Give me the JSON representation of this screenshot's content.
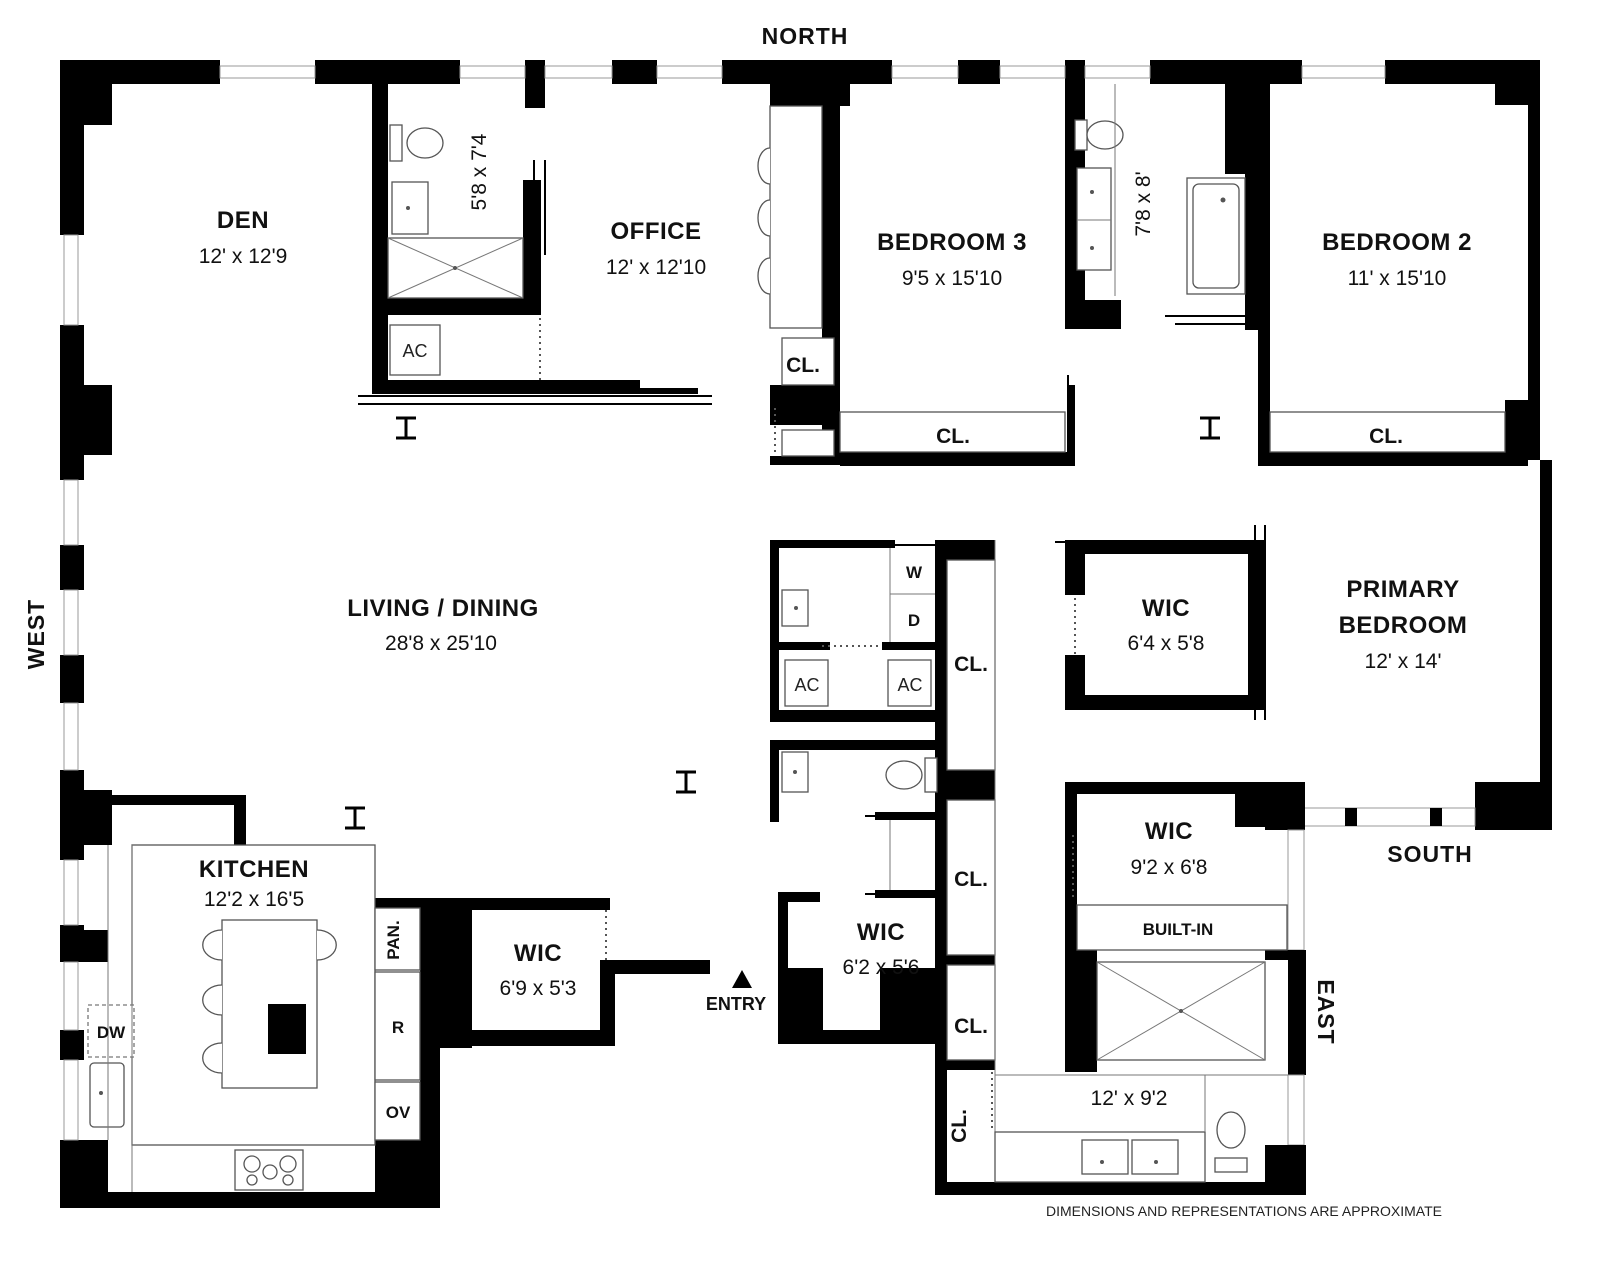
{
  "compass": {
    "north": "NORTH",
    "south": "SOUTH",
    "east": "EAST",
    "west": "WEST"
  },
  "rooms": {
    "den": {
      "name": "DEN",
      "dims": "12' x 12'9"
    },
    "office": {
      "name": "OFFICE",
      "dims": "12' x 12'10"
    },
    "bedroom3": {
      "name": "BEDROOM 3",
      "dims": "9'5 x 15'10"
    },
    "bedroom2": {
      "name": "BEDROOM 2",
      "dims": "11' x 15'10"
    },
    "living": {
      "name": "LIVING / DINING",
      "dims": "28'8 x 25'10"
    },
    "primary": {
      "name_line1": "PRIMARY",
      "name_line2": "BEDROOM",
      "dims": "12' x 14'"
    },
    "wic_primary": {
      "name": "WIC",
      "dims": "6'4 x 5'8"
    },
    "wic_south": {
      "name": "WIC",
      "dims": "9'2 x 6'8"
    },
    "kitchen": {
      "name": "KITCHEN",
      "dims": "12'2 x 16'5"
    },
    "wic_kitchen": {
      "name": "WIC",
      "dims": "6'9 x 5'3"
    },
    "wic_entry": {
      "name": "WIC",
      "dims": "6'2 x 5'6"
    },
    "bath_den": {
      "dims": "5'8 x 7'4"
    },
    "bath_bed": {
      "dims": "7'8 x 8'"
    },
    "bath_primary": {
      "dims": "12' x 9'2"
    }
  },
  "labels": {
    "closet": "CL.",
    "ac": "AC",
    "washer": "W",
    "dryer": "D",
    "pantry": "PAN.",
    "refrigerator": "R",
    "oven": "OV",
    "dishwasher": "DW",
    "built_in": "BUILT-IN",
    "entry": "ENTRY"
  },
  "disclaimer": "DIMENSIONS AND REPRESENTATIONS ARE APPROXIMATE"
}
